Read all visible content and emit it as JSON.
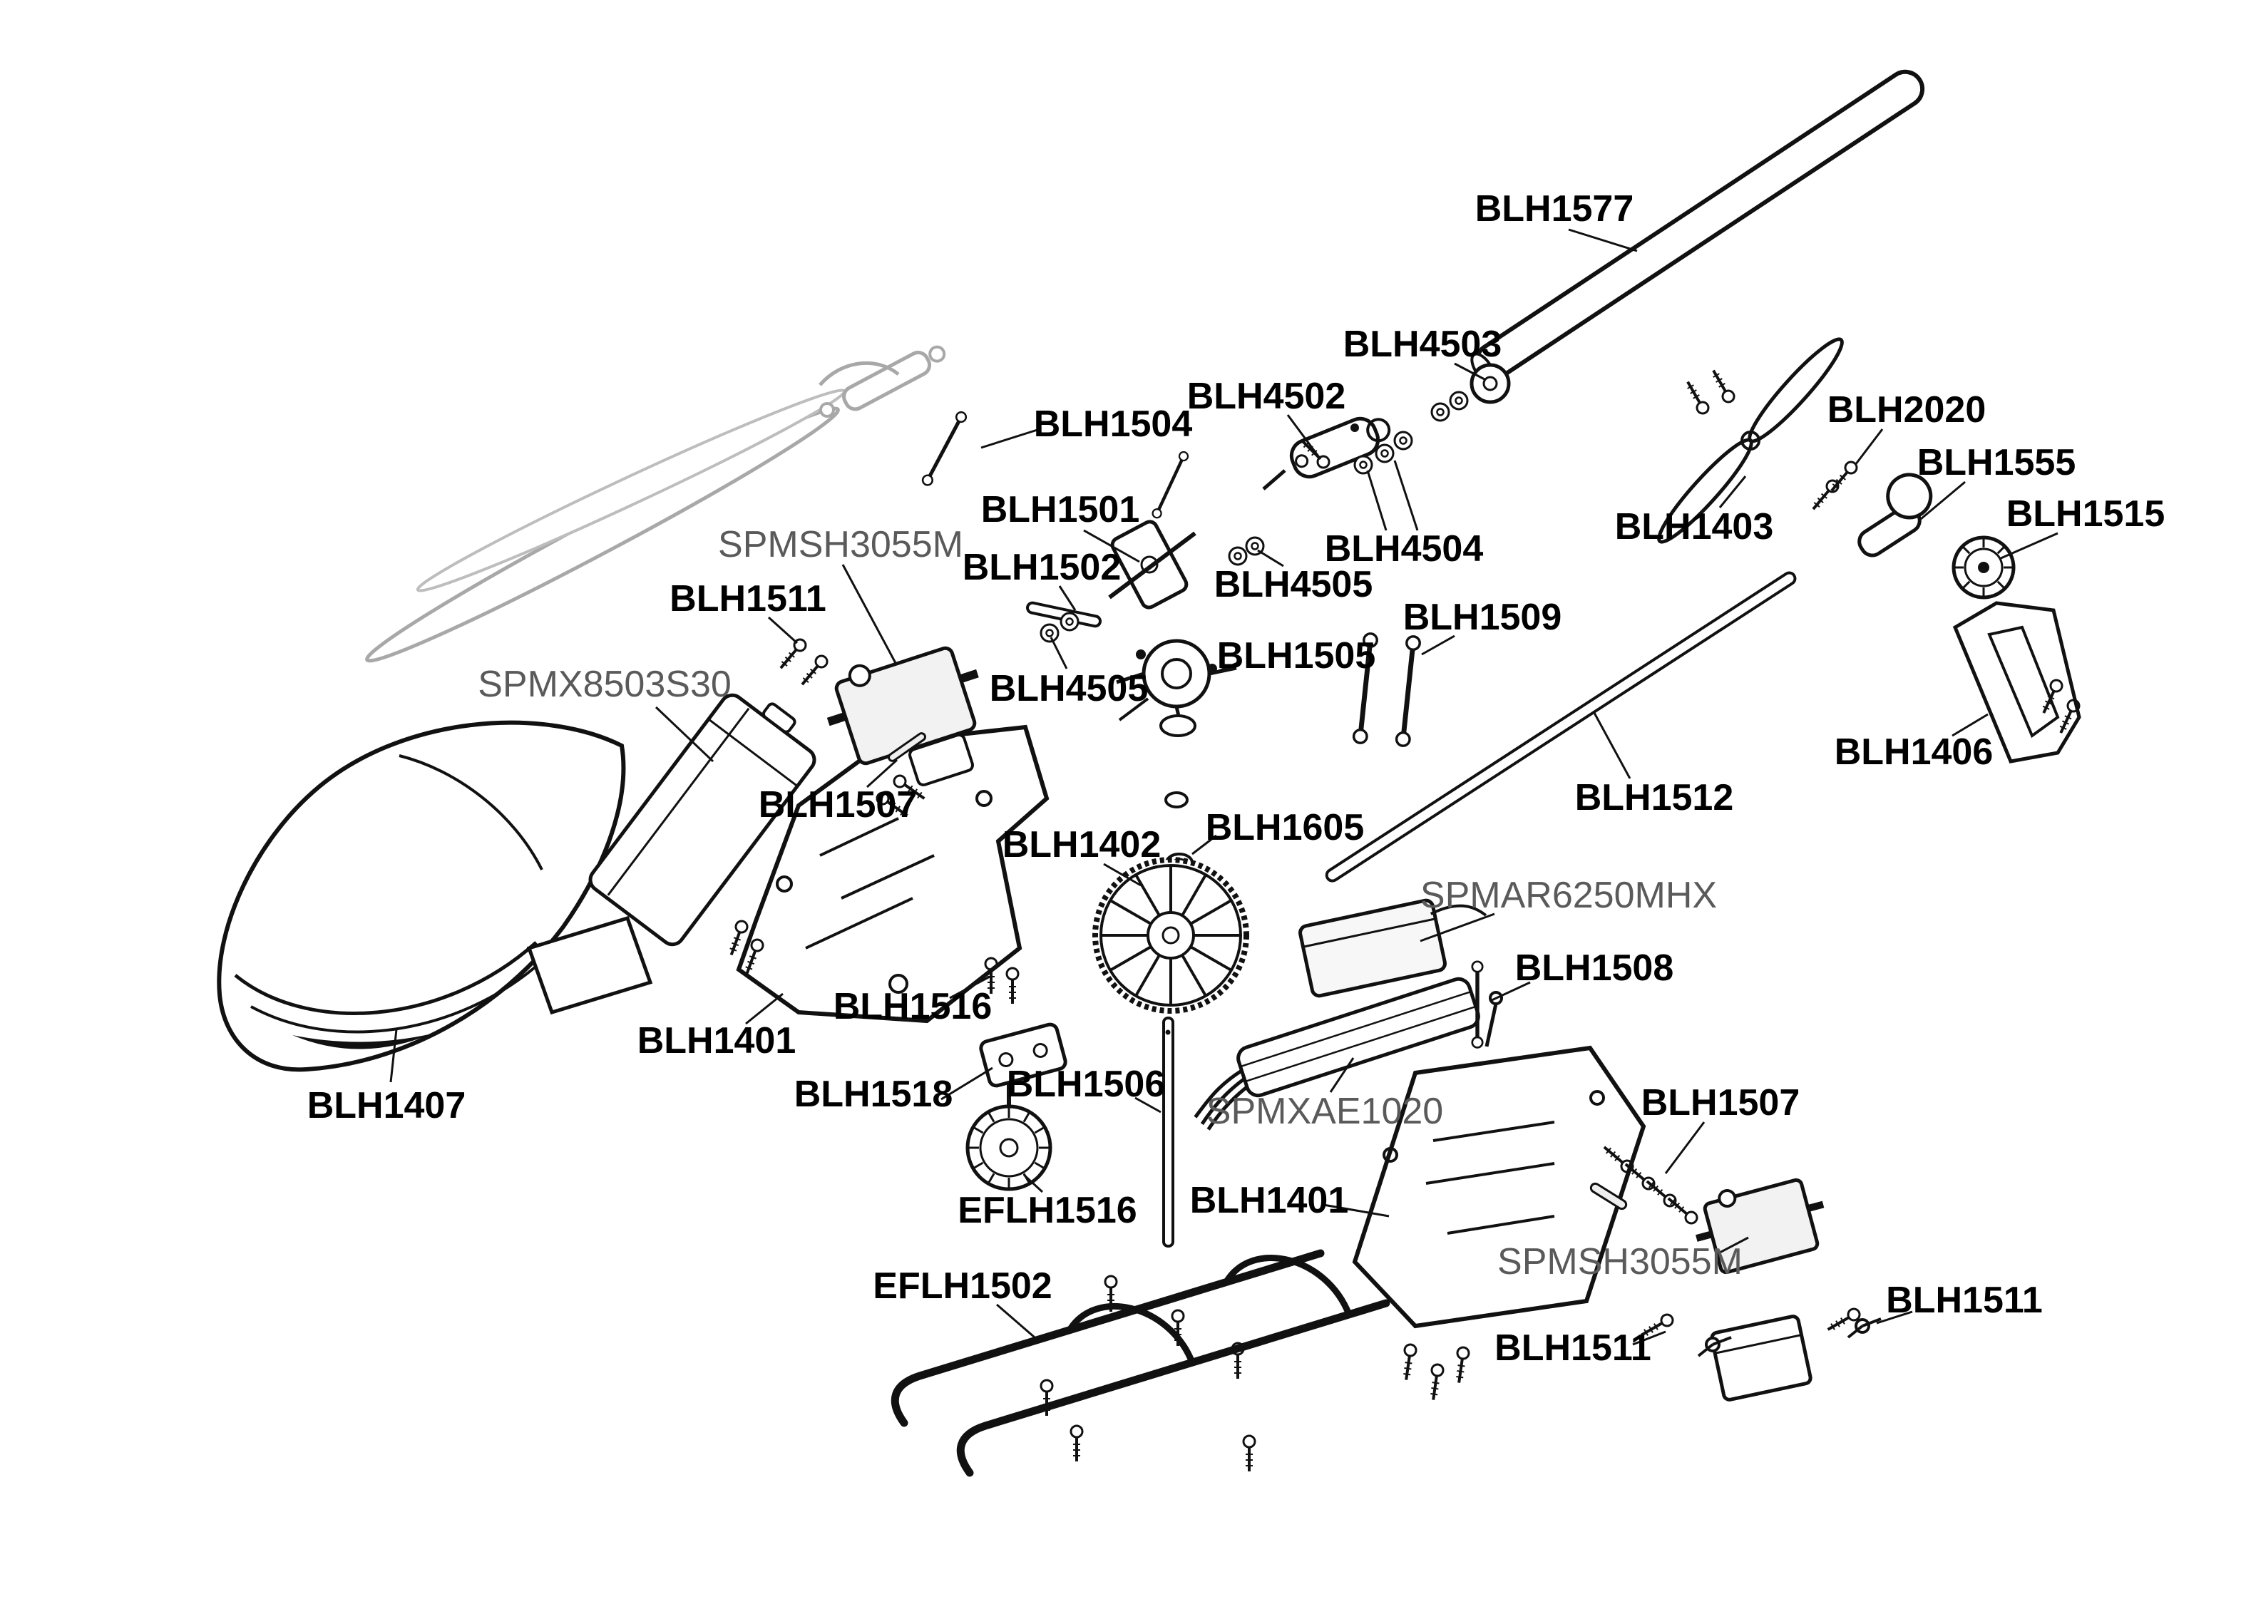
{
  "page": {
    "background": "#ffffff"
  },
  "colors": {
    "ink": "#111111",
    "muted_ink": "#a8a8a8",
    "label_primary": "#000000",
    "label_secondary": "#5a5a5a"
  },
  "diagram": {
    "type": "exploded-parts-diagram",
    "labels": [
      {
        "text": "BLH1577",
        "muted": false
      },
      {
        "text": "BLH4503",
        "muted": false
      },
      {
        "text": "BLH4502",
        "muted": false
      },
      {
        "text": "BLH1504",
        "muted": false
      },
      {
        "text": "BLH1501",
        "muted": false
      },
      {
        "text": "BLH1502",
        "muted": false
      },
      {
        "text": "SPMSH3055M",
        "muted": true
      },
      {
        "text": "BLH1511",
        "muted": false
      },
      {
        "text": "BLH4504",
        "muted": false
      },
      {
        "text": "BLH4505",
        "muted": false
      },
      {
        "text": "BLH1509",
        "muted": false
      },
      {
        "text": "BLH2020",
        "muted": false
      },
      {
        "text": "BLH1555",
        "muted": false
      },
      {
        "text": "BLH1515",
        "muted": false
      },
      {
        "text": "BLH1403",
        "muted": false
      },
      {
        "text": "SPMX8503S30",
        "muted": true
      },
      {
        "text": "BLH4505",
        "muted": false
      },
      {
        "text": "BLH1505",
        "muted": false
      },
      {
        "text": "BLH1406",
        "muted": false
      },
      {
        "text": "BLH1512",
        "muted": false
      },
      {
        "text": "BLH1507",
        "muted": false
      },
      {
        "text": "BLH1402",
        "muted": false
      },
      {
        "text": "BLH1605",
        "muted": false
      },
      {
        "text": "SPMAR6250MHX",
        "muted": true
      },
      {
        "text": "BLH1508",
        "muted": false
      },
      {
        "text": "BLH1516",
        "muted": false
      },
      {
        "text": "BLH1401",
        "muted": false
      },
      {
        "text": "BLH1518",
        "muted": false
      },
      {
        "text": "BLH1506",
        "muted": false
      },
      {
        "text": "SPMXAE1020",
        "muted": true
      },
      {
        "text": "BLH1507",
        "muted": false
      },
      {
        "text": "BLH1407",
        "muted": false
      },
      {
        "text": "EFLH1516",
        "muted": false
      },
      {
        "text": "BLH1401",
        "muted": false
      },
      {
        "text": "EFLH1502",
        "muted": false
      },
      {
        "text": "SPMSH3055M",
        "muted": true
      },
      {
        "text": "BLH1511",
        "muted": false
      },
      {
        "text": "BLH1511",
        "muted": false
      }
    ]
  }
}
